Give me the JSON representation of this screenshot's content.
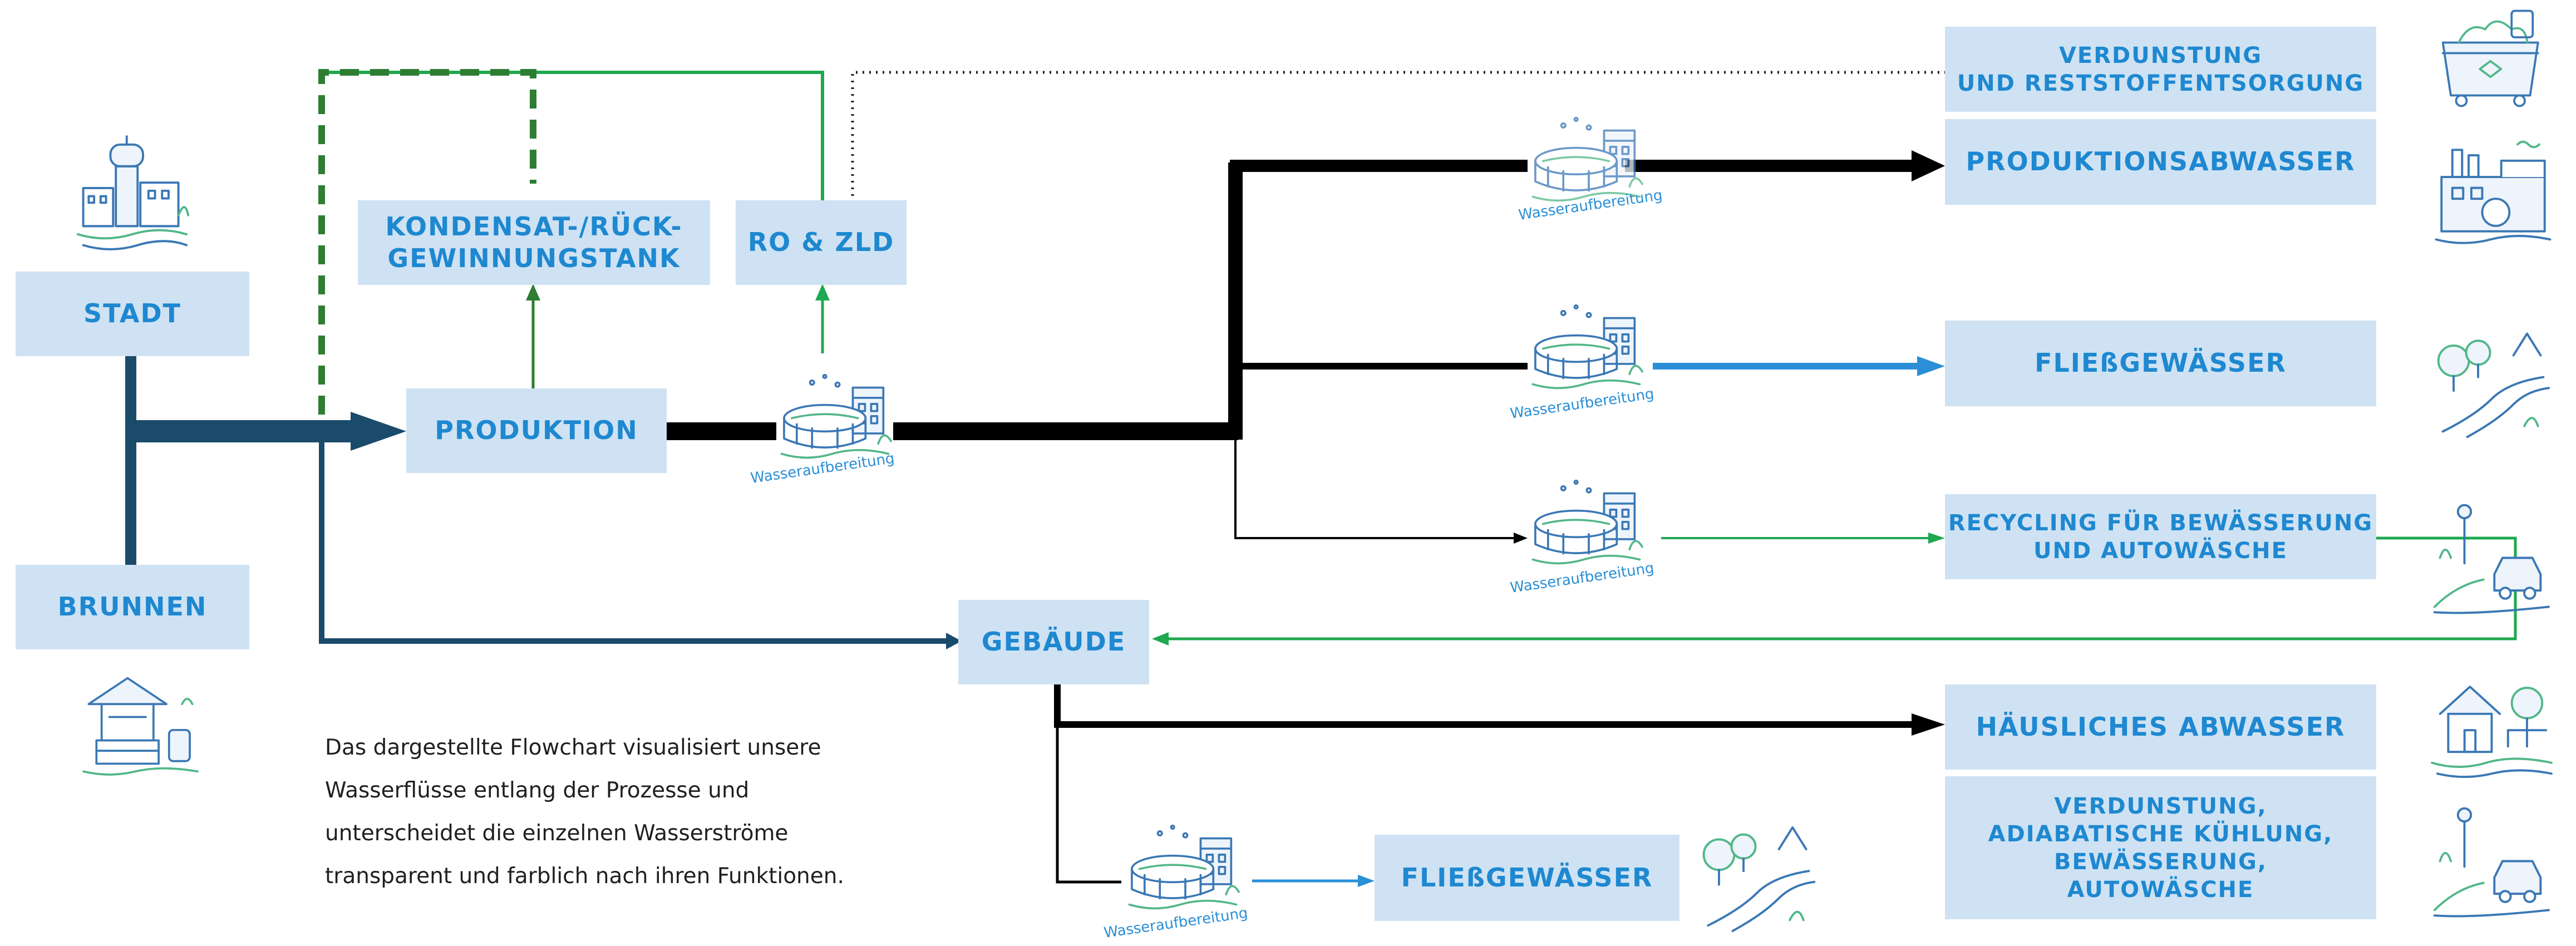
{
  "boxes": {
    "stadt": "STADT",
    "brunnen": "BRUNNEN",
    "kondensat": "KONDENSAT-/RÜCK-\nGEWINNUNGSTANK",
    "ro_zld": "RO & ZLD",
    "produktion": "PRODUKTION",
    "gebaeude": "GEBÄUDE",
    "verdunstung_rest": "VERDUNSTUNG\nUND RESTSTOFFENTSORGUNG",
    "produktionsabwasser": "PRODUKTIONSABWASSER",
    "fliessgewaesser_1": "FLIEßGEWÄSSER",
    "recycling": "RECYCLING FÜR BEWÄSSERUNG\nUND AUTOWÄSCHE",
    "haeusliches_abwasser": "HÄUSLICHES ABWASSER",
    "verdunstung_kuehlung": "VERDUNSTUNG,\nADIABATISCHE KÜHLUNG,\nBEWÄSSERUNG,\nAUTOWÄSCHE",
    "fliessgewaesser_2": "FLIEßGEWÄSSER"
  },
  "treatment_label": "Wasseraufbereitung",
  "caption": [
    "Das dargestellte Flowchart visualisiert unsere",
    "Wasserflüsse entlang der Prozesse und",
    "unterscheidet die einzelnen Wasserströme",
    "transparent und farblich nach ihren Funktionen."
  ],
  "icons": {
    "city": "city-icon",
    "well": "well-icon",
    "treatment": "water-treatment-icon",
    "waste": "waste-container-icon",
    "factory": "factory-icon",
    "river": "river-icon",
    "car_wash": "car-wash-icon",
    "house": "house-icon"
  },
  "colors": {
    "box_fill": "#cfe2f3",
    "box_text": "#1e88d0",
    "main_flow": "#1b4b6b",
    "black_flow": "#000000",
    "green_flow": "#1fa84f",
    "dark_green_dashed": "#2e7d32",
    "blue_flow": "#2a8fd6",
    "icon_line": "#3b78b5",
    "icon_accent": "#52b788"
  }
}
